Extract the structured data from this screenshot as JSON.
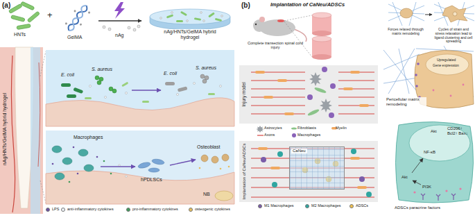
{
  "diagram": {
    "nodes": [
      {
        "text": [
          "nAg/HNTs/GelMA hybrid hydrogel"
        ]
      },
      {
        "text": [
          "Forces relaxed through matrix remodeling"
        ]
      },
      {
        "text": [
          "Cycles of strain and stress relaxation lead to ligand clustering and cell spreading"
        ]
      },
      {
        "text": [
          "Injury model"
        ]
      },
      {
        "text": [
          "Implantation of CaNeu/ADSCs"
        ]
      },
      {
        "text": [
          "CaNeu"
        ],
        "in": 4
      },
      {
        "text": [
          "Pericellular matrix remodeling"
        ]
      },
      {
        "text": [
          "Akt",
          "CD206↑ Bcl2↑ Bax↓",
          "NF-κB",
          "Akt",
          "PI3K",
          "ADSCs paracrine factors"
        ]
      }
    ],
    "edges": [
      {
        "from": 1,
        "to": 2,
        "arrow": "to"
      }
    ],
    "labels": [
      "(a)",
      "HNTs",
      "+",
      "GelMA",
      "nAg",
      "nAg/HNTs/GelMA hybrid hydrogel",
      "E. coli",
      "S. aureus",
      "E. coli",
      "S. aureus",
      "Macrophages",
      "hPDLSCs",
      "Osteoblast",
      "NB",
      "(b)",
      "Implantation of CaNeu/ADSCs",
      "Complete transection spinal cord injury",
      "Upregulated",
      "Gene expression"
    ],
    "legend": [
      {
        "text": "LPS",
        "color": "#6a4fa3"
      },
      {
        "text": "anti-inflammatory cytokines",
        "color": "#eef3f7"
      },
      {
        "text": "pro-inflammatory cytokines",
        "color": "#3f9b5a"
      },
      {
        "text": "osteogenic cytokines",
        "color": "#e8bf5f"
      },
      {
        "text": "Astrocytes"
      },
      {
        "text": "Fibroblasts"
      },
      {
        "text": "Myelin"
      },
      {
        "text": "Axons"
      },
      {
        "text": "Macrophages"
      },
      {
        "text": "M1 Macrophages",
        "color": "#7a5ca8"
      },
      {
        "text": "M2 Macrophages",
        "color": "#2fa6a0"
      },
      {
        "text": "ADSCs",
        "color": "#f2c14e"
      }
    ]
  }
}
